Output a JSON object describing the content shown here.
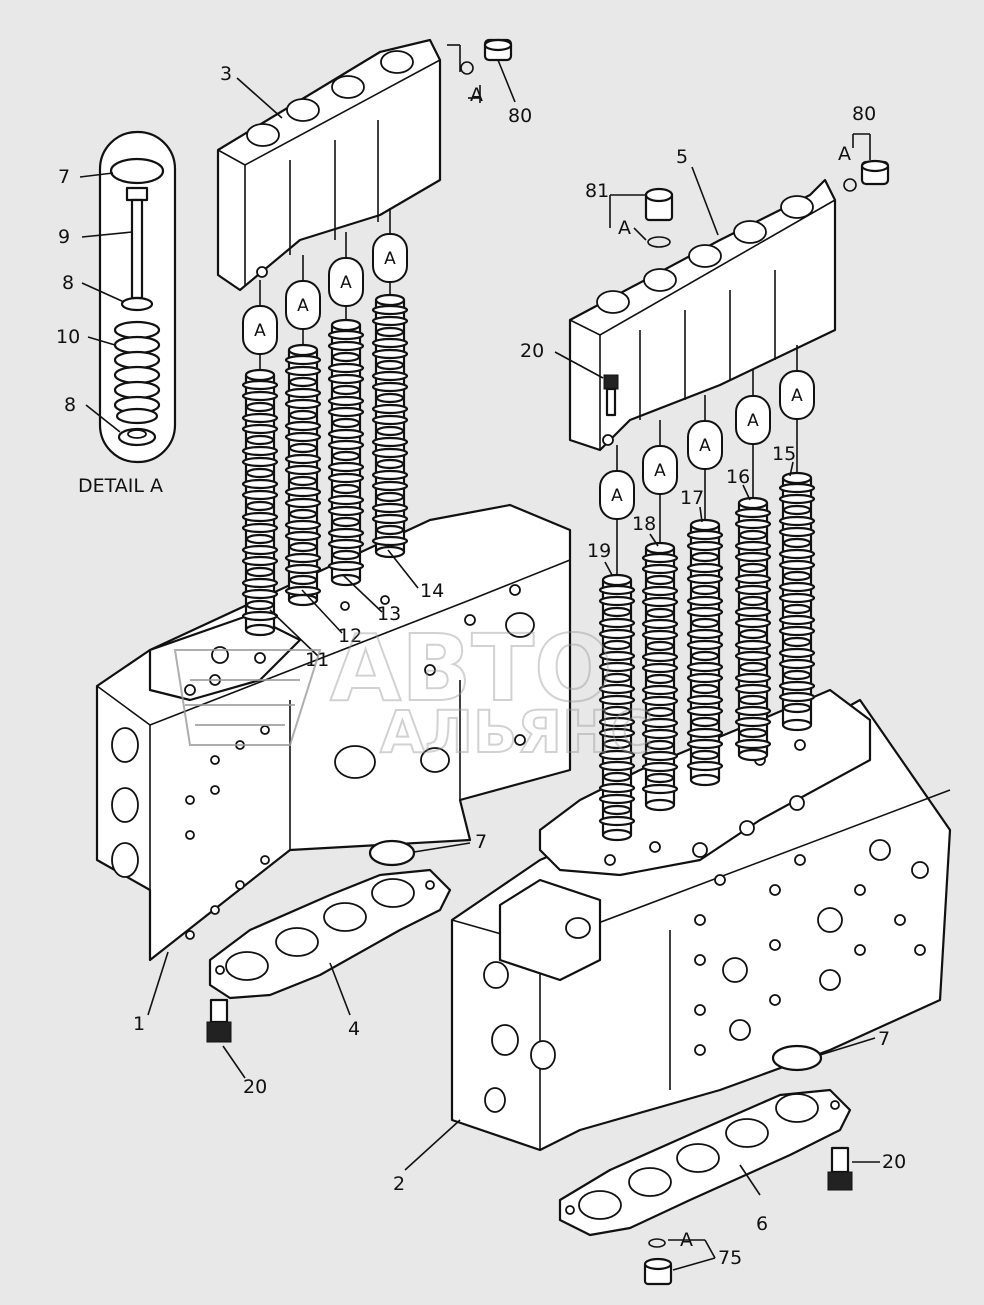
{
  "detail_title": "DETAIL A",
  "detail_item_labels": [
    "7",
    "9",
    "8",
    "10",
    "8"
  ],
  "capsule_text": "A",
  "callouts": {
    "c1": "1",
    "c2": "2",
    "c3": "3",
    "c4": "4",
    "c5": "5",
    "c6": "6",
    "c7a": "7",
    "c7b": "7",
    "c11": "11",
    "c12": "12",
    "c13": "13",
    "c14": "14",
    "c15": "15",
    "c16": "16",
    "c17": "17",
    "c18": "18",
    "c19": "19",
    "c20a": "20",
    "c20b": "20",
    "c20c": "20",
    "c75": "75",
    "c80a": "80",
    "c80b": "80",
    "c81": "81"
  },
  "plug_tags": [
    "A",
    "A",
    "A",
    "A"
  ],
  "watermark": {
    "line1": "АВТО",
    "line2": "АЛЬЯНС",
    "color": "#9a9a9a"
  }
}
